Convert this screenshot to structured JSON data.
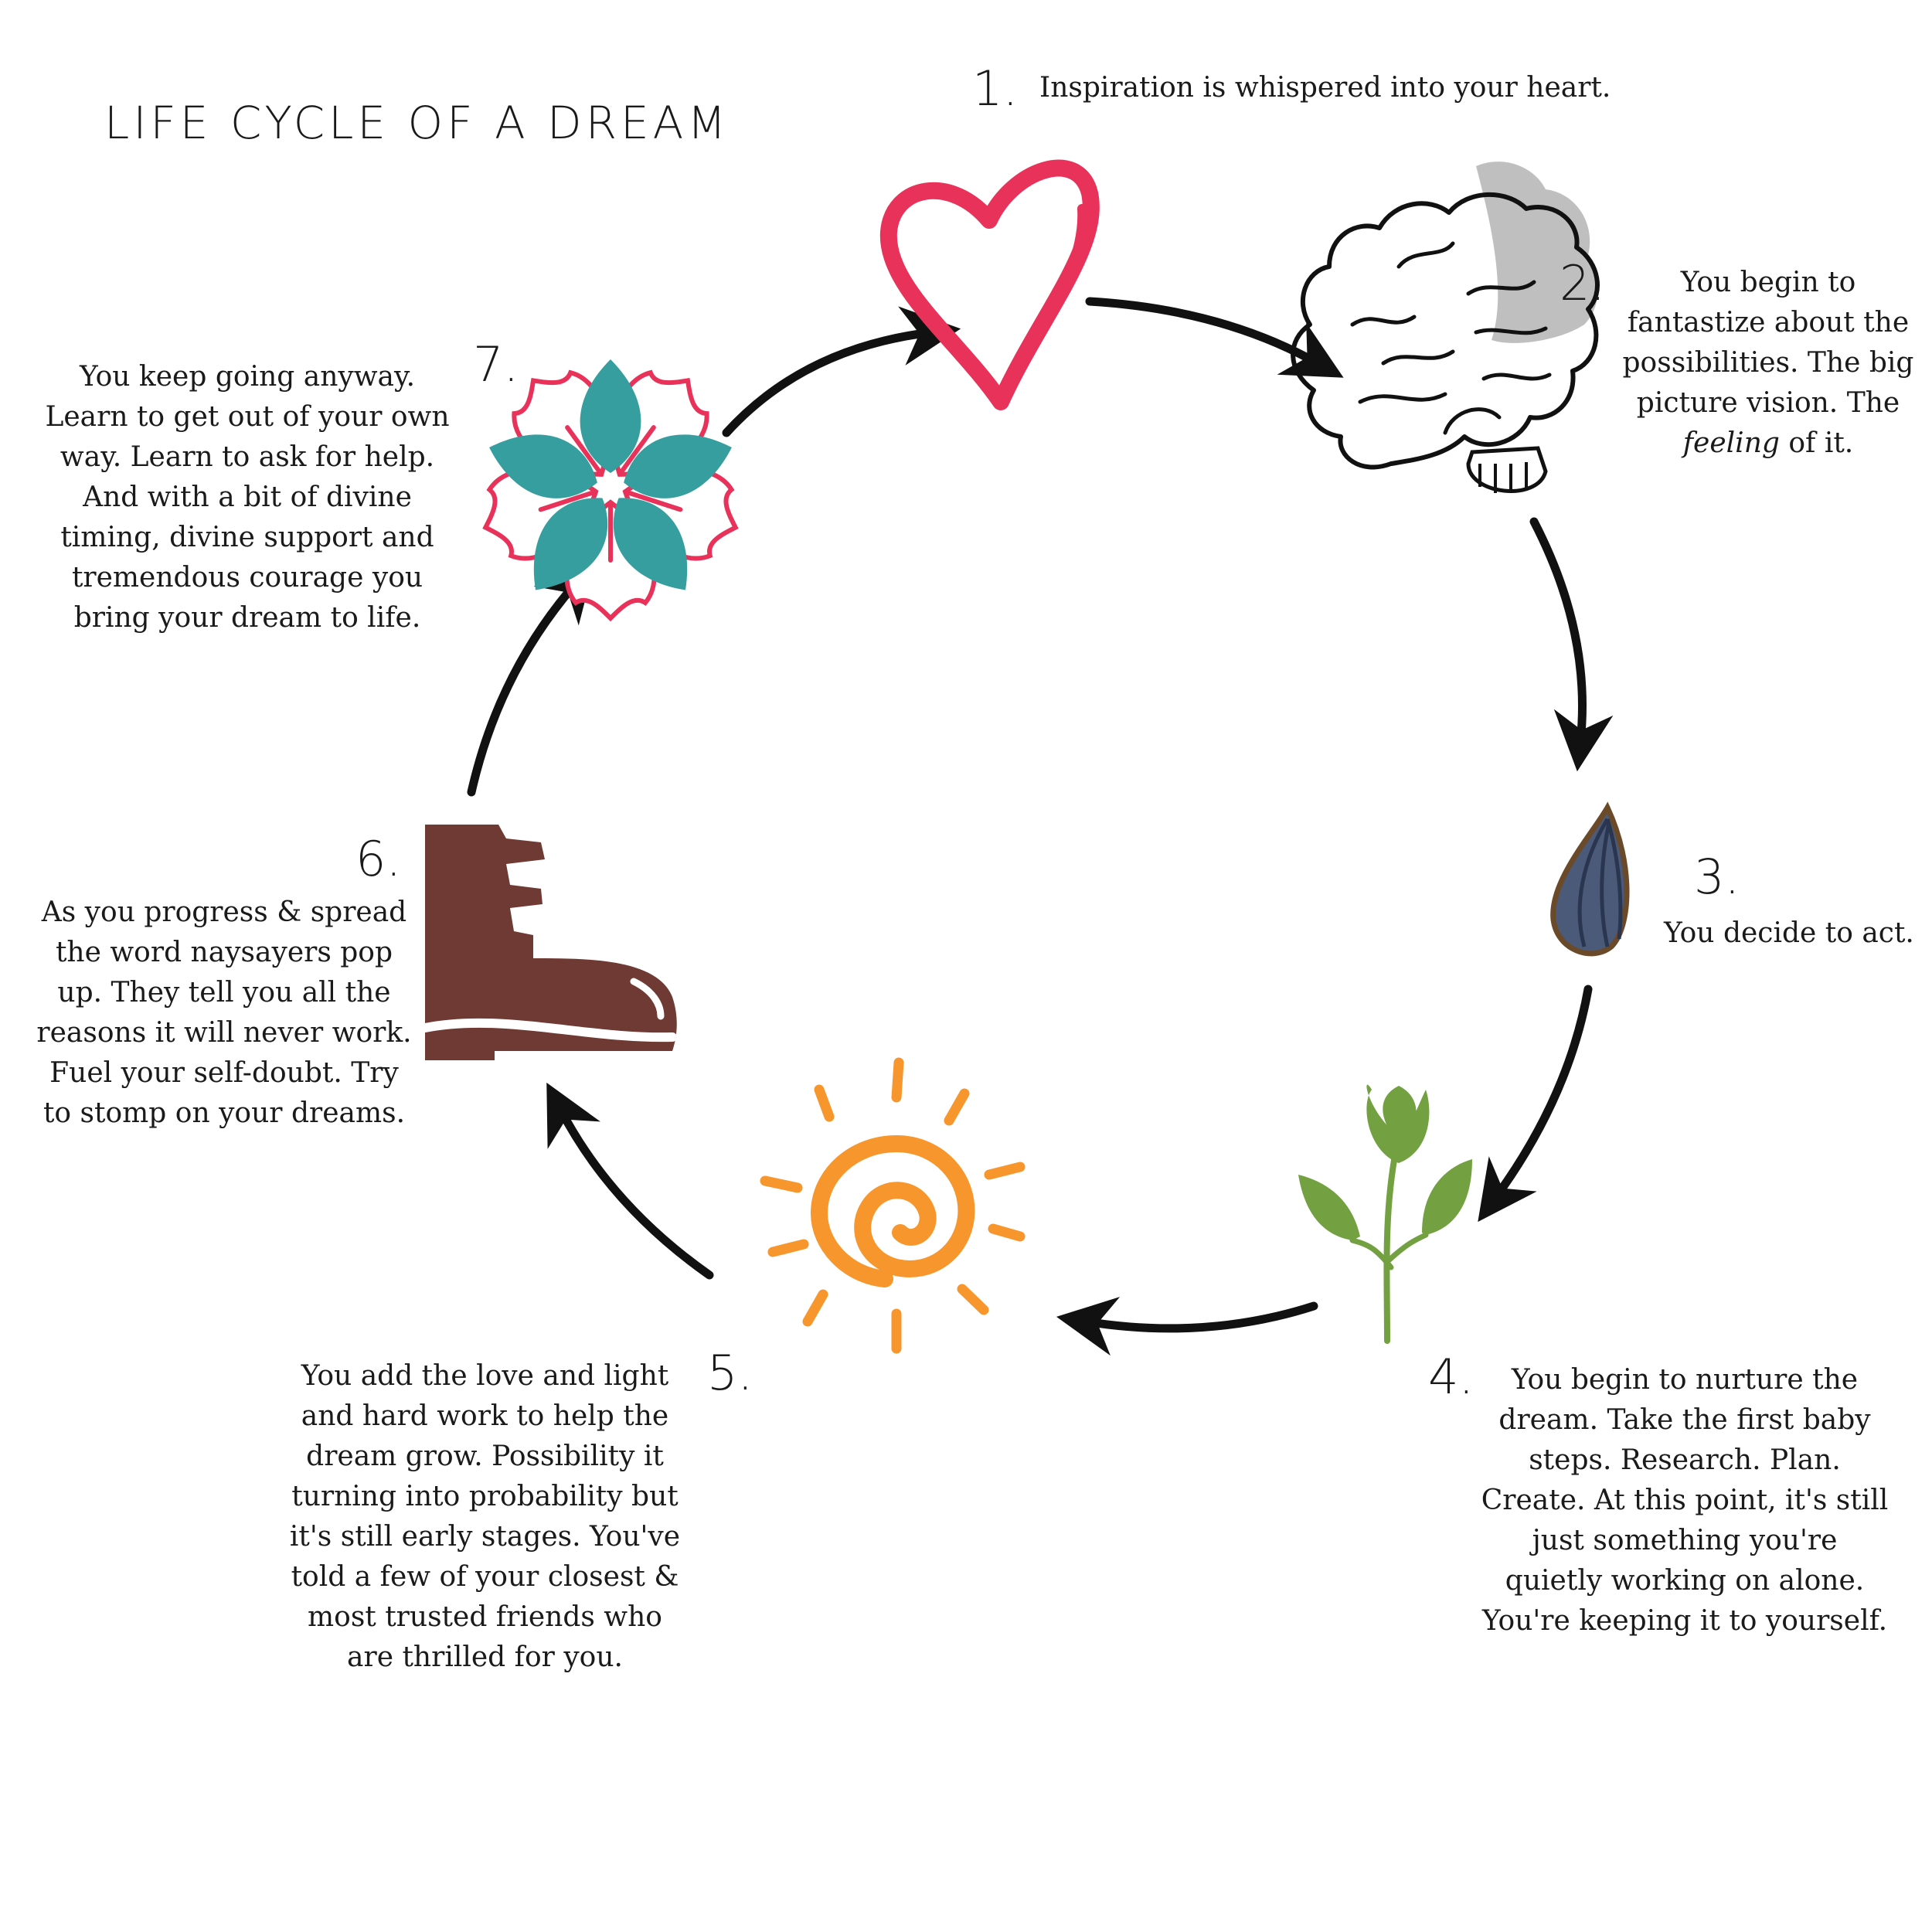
{
  "title": "LIFE CYCLE OF A DREAM",
  "stages": [
    {
      "number": "1.",
      "icon": "heart-icon",
      "lines": [
        "Inspiration is whispered into your heart."
      ]
    },
    {
      "number": "2.",
      "icon": "brain-icon",
      "lines": [
        "You begin to",
        "fantastize about the",
        "possibilities.  The big",
        "picture vision.  The"
      ],
      "last_line_em": "feeling",
      "last_line_rest": " of it."
    },
    {
      "number": "3.",
      "icon": "seed-icon",
      "lines": [
        "You decide to act."
      ]
    },
    {
      "number": "4.",
      "icon": "sprout-icon",
      "lines": [
        "You begin to nurture the",
        "dream.  Take the first baby",
        "steps.  Research.  Plan.",
        "Create.  At this point, it's still",
        "just something you're",
        "quietly working on alone.",
        "You're keeping it to yourself."
      ]
    },
    {
      "number": "5.",
      "icon": "sun-icon",
      "lines": [
        "You add the love and light",
        "and hard work to help the",
        "dream grow.  Possibility it",
        "turning into probability but",
        "it's still early stages.  You've",
        "told a few of your closest &",
        "most trusted friends who",
        "are thrilled for you."
      ]
    },
    {
      "number": "6.",
      "icon": "boot-icon",
      "lines": [
        "As you progress & spread",
        "the word naysayers pop",
        "up.  They tell you all the",
        "reasons it will never work.",
        "Fuel your self-doubt.  Try",
        "to stomp on your dreams."
      ]
    },
    {
      "number": "7.",
      "icon": "flower-icon",
      "lines": [
        "You keep going anyway.",
        "Learn to get out of your own",
        "way.  Learn to ask for help.",
        "And with a bit of divine",
        "timing, divine support and",
        "tremendous courage you",
        "bring your dream to life."
      ]
    }
  ],
  "colors": {
    "heart": "#e8325a",
    "flower_teal": "#369e9e",
    "flower_pink": "#e8325a",
    "brain_shade": "#bfbfbf",
    "seed": "#4a5a78",
    "seed_outline": "#6b4a2a",
    "leaf": "#73a040",
    "sun": "#f7962d",
    "boot": "#6e3a33",
    "arrow": "#111111",
    "text": "#1a1a1a"
  }
}
